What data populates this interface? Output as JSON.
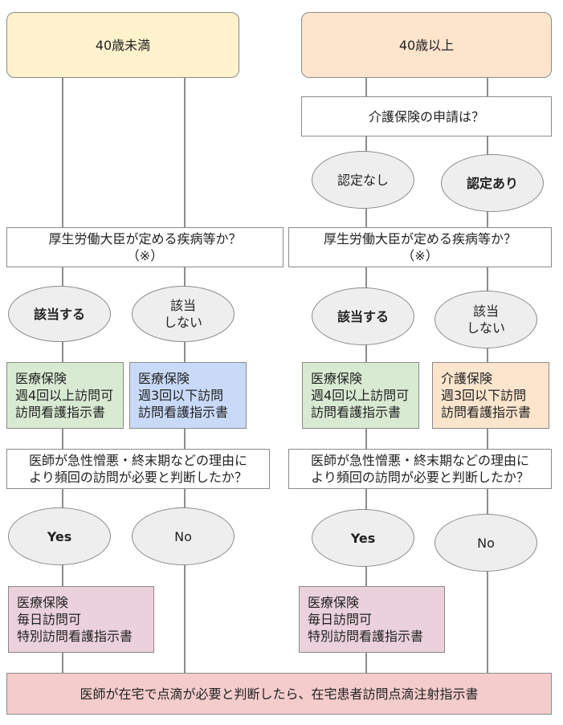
{
  "left": {
    "header": "40歳未満",
    "question_disease": "厚生労働大臣が定める疾病等か？\n（※）",
    "yes_label": "該当する",
    "no_label": "該当\nしない",
    "box_yes": "医療保険\n週4回以上訪問可\n訪問看護指示書",
    "box_no": "医療保険\n週3回以下訪問\n訪問看護指示書",
    "question_doctor": "医師が急性憎悪・終末期などの理由に\nより頻回の訪問が必要と判断したか？",
    "yes2": "Yes",
    "no2": "No",
    "box_special": "医療保険\n毎日訪問可\n特別訪問看護指示書"
  },
  "right": {
    "header": "40歳以上",
    "question_kaigo": "介護保険の申請は？",
    "not_certified": "認定なし",
    "certified": "認定あり",
    "question_disease": "厚生労働大臣が定める疾病等か？\n（※）",
    "yes_label": "該当する",
    "no_label": "該当\nしない",
    "box_yes": "医療保険\n週4回以上訪問可\n訪問看護指示書",
    "box_no": "介護保険\n週3回以下訪問\n訪問看護指示書",
    "question_doctor": "医師が急性憎悪・終末期などの理由に\nより頻回の訪問が必要と判断したか？",
    "yes2": "Yes",
    "no2": "No",
    "box_special": "医療保険\n毎日訪問可\n特別訪問看護指示書"
  },
  "footer": "医師が在宅で点滴が必要と判断したら、在宅患者訪問点滴注射指示書",
  "colors": {
    "header_left": "#fff2cc",
    "header_right": "#fce5cd",
    "green_box": "#d9ead3",
    "blue_box": "#c9daf8",
    "peach_box": "#fce5cd",
    "pink_box": "#ead1dc",
    "footer_box": "#f4cccc",
    "ellipse": "#eeeeee",
    "line": "#666666"
  }
}
